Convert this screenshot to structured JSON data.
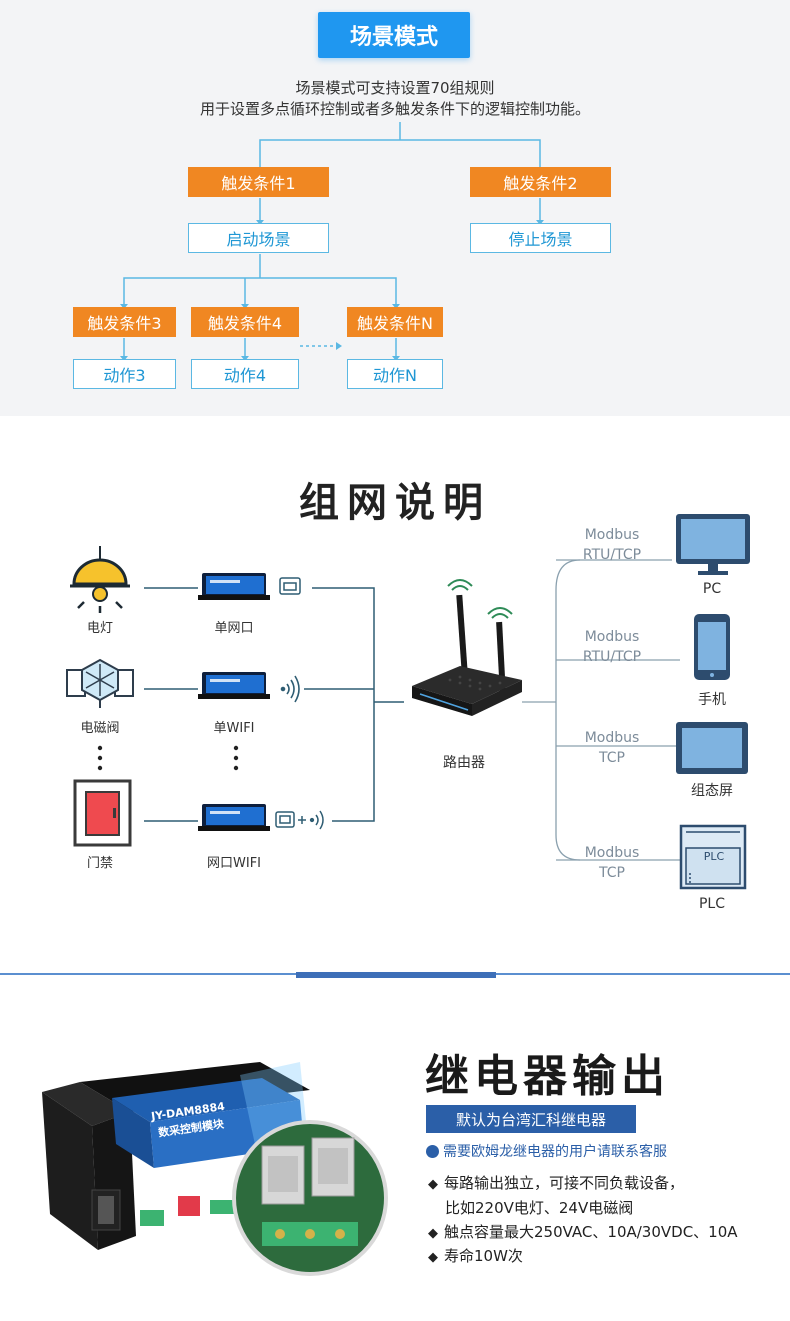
{
  "scene": {
    "title": "场景模式",
    "desc_line1": "场景模式可支持设置70组规则",
    "desc_line2": "用于设置多点循环控制或者多触发条件下的逻辑控制功能。",
    "trigger1": "触发条件1",
    "trigger2": "触发条件2",
    "start_scene": "启动场景",
    "stop_scene": "停止场景",
    "trigger3": "触发条件3",
    "trigger4": "触发条件4",
    "triggerN": "触发条件N",
    "action3": "动作3",
    "action4": "动作4",
    "actionN": "动作N",
    "colors": {
      "orange": "#f08722",
      "blue": "#1f97f0",
      "line": "#5bb8e3"
    }
  },
  "network": {
    "title": "组网说明",
    "devices_left": [
      {
        "label": "电灯",
        "icon": "lamp-icon"
      },
      {
        "label": "电磁阀",
        "icon": "solenoid-valve-icon"
      },
      {
        "label": "门禁",
        "icon": "access-control-icon"
      }
    ],
    "modules": [
      {
        "label": "单网口",
        "icon": "ethernet-port-icon"
      },
      {
        "label": "单WIFI",
        "icon": "wifi-signal-icon"
      },
      {
        "label": "网口WIFI",
        "icon": "ethernet-wifi-icon"
      }
    ],
    "router": "路由器",
    "targets": [
      {
        "proto1": "Modbus",
        "proto2": "RTU/TCP",
        "label": "PC"
      },
      {
        "proto1": "Modbus",
        "proto2": "RTU/TCP",
        "label": "手机"
      },
      {
        "proto1": "Modbus",
        "proto2": "TCP",
        "label": "组态屏"
      },
      {
        "proto1": "Modbus",
        "proto2": "TCP",
        "label": "PLC"
      }
    ],
    "plc_screen_text": "PLC",
    "ellipsis": "⋮"
  },
  "relay": {
    "title": "继电器输出",
    "banner": "默认为台湾汇科继电器",
    "contact": "需要欧姆龙继电器的用户请联系客服",
    "bullet1_line1": "每路输出独立，可接不同负载设备，",
    "bullet1_line2": "比如220V电灯、24V电磁阀",
    "bullet2": "触点容量最大250VAC、10A/30VDC、10A",
    "bullet3": "寿命10W次",
    "device_model": "JY-DAM8884",
    "device_name": "数采控制模块"
  }
}
